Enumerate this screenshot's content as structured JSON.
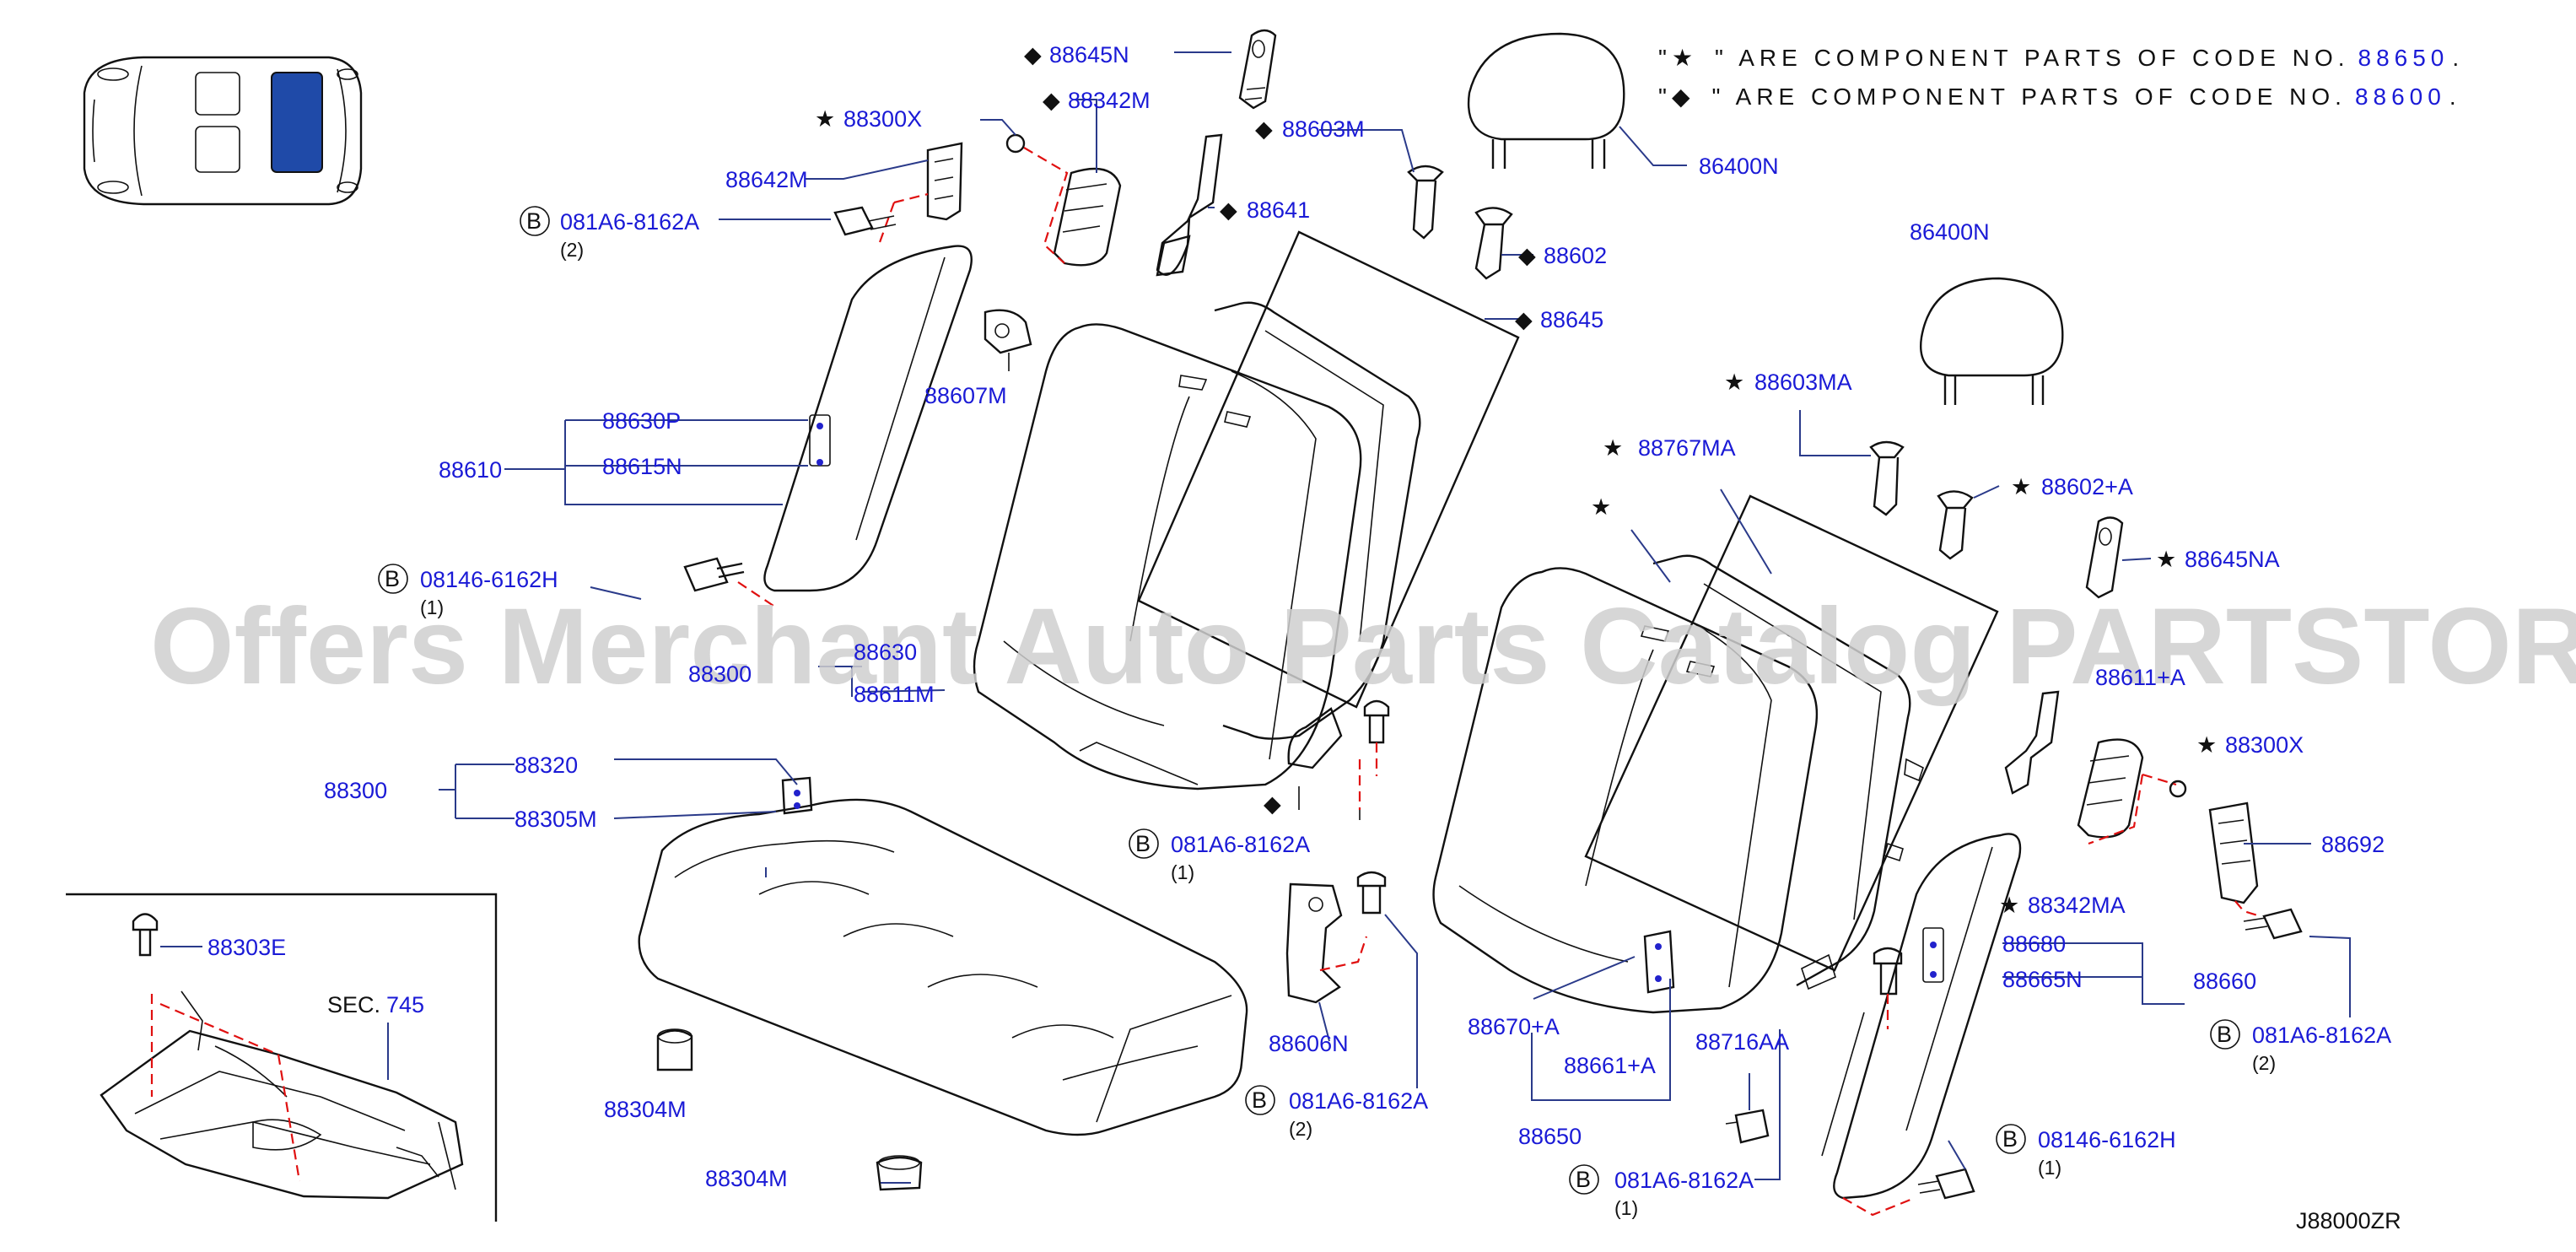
{
  "legend": {
    "line1_open": "\"★",
    "line1_close": "\" ARE COMPONENT PARTS OF CODE NO.",
    "line1_code": "88650",
    "line2_open": "\"◆",
    "line2_close": "\" ARE COMPONENT PARTS OF CODE NO.",
    "line2_code": "88600",
    "dot": "."
  },
  "watermark": "Offers Merchant Auto Parts Catalog PARTSTORE.SA",
  "diagram_code": "J88000ZR",
  "sec": {
    "label": "SEC.",
    "number": "745"
  },
  "bolt_prefix": "B",
  "labels": {
    "p88645N": "88645N",
    "p88342M": "88342M",
    "p88300X_a": "88300X",
    "p88642M": "88642M",
    "p081A6_a": "081A6-8162A",
    "q2_a": "(2)",
    "p88603M": "88603M",
    "p88641": "88641",
    "p88602": "88602",
    "p88645": "88645",
    "p86400N_a": "86400N",
    "p86400N_b": "86400N",
    "p88607M": "88607M",
    "p88630P": "88630P",
    "p88615N": "88615N",
    "p88610": "88610",
    "p08146_a": "08146-6162H",
    "q1_a": "(1)",
    "p88603MA": "88603MA",
    "p88767MA": "88767MA",
    "p88602A": "88602+A",
    "p88645NA": "88645NA",
    "p88611_partial": "88611+A",
    "p88630_partial": "88630",
    "p88610_partial": "88300",
    "p88611M": "88611M",
    "p88300X_b": "88300X",
    "p88320": "88320",
    "p88300": "88300",
    "p88305M": "88305M",
    "p081A6_b": "081A6-8162A",
    "q1_b": "(1)",
    "p88692": "88692",
    "p88342MA": "88342MA",
    "p88303E": "88303E",
    "p88680": "88680",
    "p88660": "88660",
    "p88665N": "88665N",
    "p081A6_c": "081A6-8162A",
    "q2_c": "(2)",
    "p88606N": "88606N",
    "p88670A": "88670+A",
    "p88716AA": "88716AA",
    "p88661A": "88661+A",
    "p88304M_a": "88304M",
    "p081A6_d": "081A6-8162A",
    "q2_d": "(2)",
    "p88650": "88650",
    "p08146_b": "08146-6162H",
    "q1_c": "(1)",
    "p88304M_b": "88304M",
    "p081A6_e": "081A6-8162A",
    "q1_e": "(1)"
  },
  "colors": {
    "label_blue": "#1a1ad6",
    "leader_line": "#2a3a8a",
    "dash_red": "#e01010",
    "locator_highlight": "#1f4aa8"
  }
}
